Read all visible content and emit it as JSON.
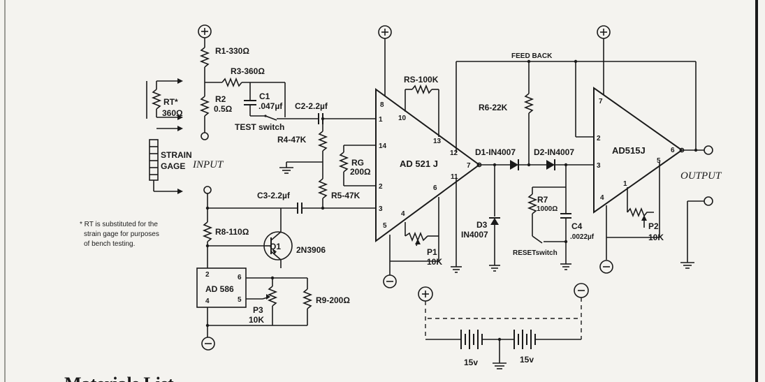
{
  "labels": {
    "r1": "R1-330Ω",
    "r3": "R3-360Ω",
    "r2": "R2",
    "r2v": "0.5Ω",
    "c1": "C1",
    "c1v": ".047µf",
    "c2": "C2-2.2µf",
    "rt": "RT*",
    "rtv": "360Ω",
    "test": "TEST switch",
    "r4": "R4-47K",
    "rg": "RG",
    "rgv": "200Ω",
    "strain1": "STRAIN",
    "strain2": "GAGE",
    "input": "INPUT",
    "c3": "C3-2.2µf",
    "r5": "R5-47K",
    "r8": "R8-110Ω",
    "q1": "Q1",
    "q1part": "2N3906",
    "ad586": "AD 586",
    "p3": "P3",
    "p3v": "10K",
    "r9": "R9-200Ω",
    "note1": "* RT is substituted for the",
    "note2": "strain gage for purposes",
    "note3": "of bench testing.",
    "rs": "RS-100K",
    "ad521": "AD 521 J",
    "p1": "P1",
    "p1v": "10K",
    "feedback": "FEED BACK",
    "r6": "R6-22K",
    "d1": "D1-IN4007",
    "d2": "D2-IN4007",
    "d3": "D3",
    "d3v": "IN4007",
    "r7": "R7",
    "r7v": "1000Ω",
    "c4": "C4",
    "c4v": ".0022µf",
    "reset": "RESETswitch",
    "ad515": "AD515J",
    "p2": "P2",
    "p2v": "10K",
    "output": "OUTPUT",
    "bat1": "15v",
    "bat2": "15v",
    "plus": "+",
    "minus": "−"
  },
  "pins": {
    "u1": [
      "8",
      "10",
      "13",
      "1",
      "14",
      "12",
      "7",
      "11",
      "2",
      "3",
      "4",
      "6",
      "5"
    ],
    "u2": [
      "7",
      "2",
      "3",
      "6",
      "5",
      "1",
      "4"
    ],
    "ad586": [
      "2",
      "6",
      "4",
      "5"
    ]
  },
  "heading_partial": "Materials List"
}
